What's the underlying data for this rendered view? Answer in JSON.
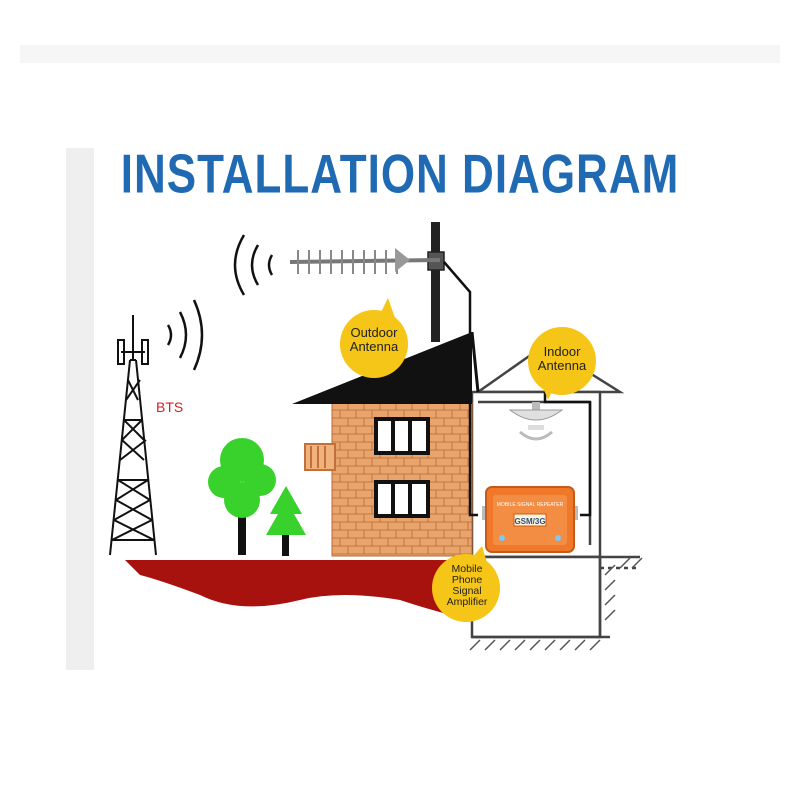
{
  "title": "INSTALLATION DIAGRAM",
  "labels": {
    "bts": "BTS",
    "outdoor_antenna": [
      "Outdoor",
      "Antenna"
    ],
    "indoor_antenna": [
      "Indoor",
      "Antenna"
    ],
    "amplifier": [
      "Mobile",
      "Phone",
      "Signal",
      "Amplifier"
    ],
    "amplifier_display": "GSM/3G",
    "amplifier_header": "MOBILE SIGNAL REPEATER"
  },
  "colors": {
    "title": "#1f6ab3",
    "bubble": "#f5c518",
    "ground": "#a8120e",
    "brick": "#e9a46c",
    "roof": "#111111",
    "tree": "#39d12b",
    "amplifier": "#f0782a",
    "bts_label": "#d62020"
  }
}
